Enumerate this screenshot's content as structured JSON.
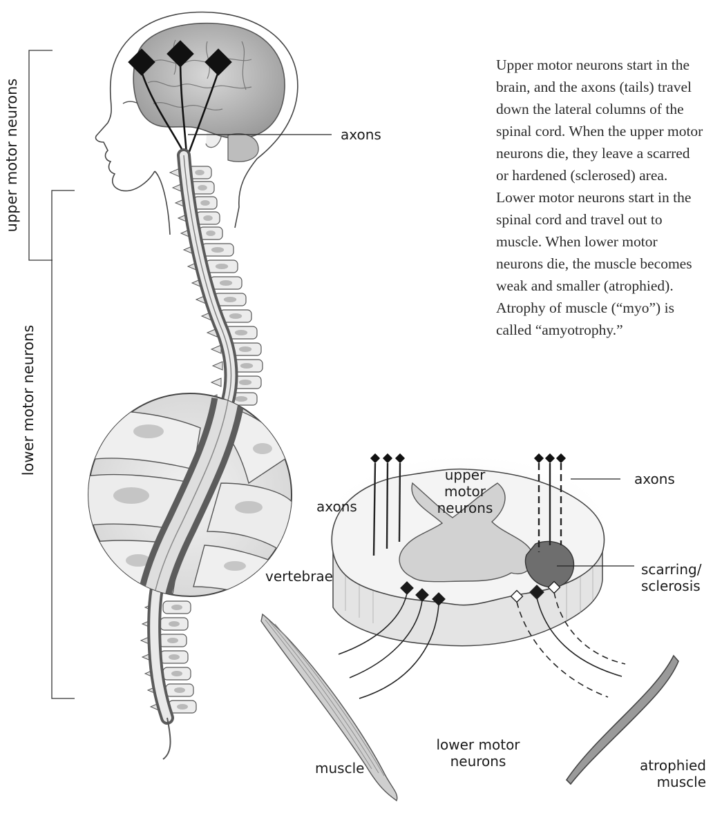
{
  "description": "Upper motor neurons start in the brain, and the axons (tails) travel down the lateral columns of the spinal cord.  When the upper motor neurons die, they leave a scarred or hardened (sclerosed) area.  Lower motor neurons start in the spinal cord and travel out to muscle.  When lower motor neurons die, the muscle becomes weak and smaller (atrophied).  Atrophy of muscle (“myo”) is called “amyotrophy.”",
  "labels": {
    "upper_bracket": "upper motor neurons",
    "lower_bracket": "lower motor neurons",
    "axons_brain": "axons",
    "axons_left": "axons",
    "upper_motor_neurons": [
      "upper",
      "motor",
      "neurons"
    ],
    "axons_right": "axons",
    "vertebrae": "vertebrae",
    "scarring": [
      "scarring/",
      "sclerosis"
    ],
    "muscle": "muscle",
    "lower_motor_neurons": [
      "lower motor",
      "neurons"
    ],
    "atrophied_muscle": [
      "atrophied",
      "muscle"
    ]
  }
}
